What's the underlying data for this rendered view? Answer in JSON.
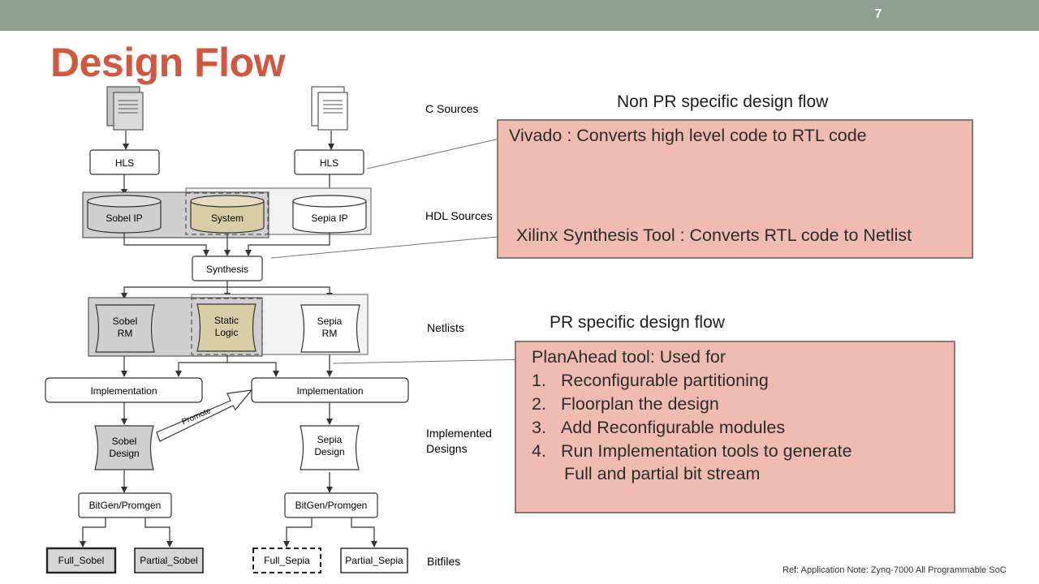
{
  "slide": {
    "number": "7",
    "title": "Design Flow"
  },
  "diagram": {
    "hls_left": "HLS",
    "hls_right": "HLS",
    "sobel_ip": "Sobel IP",
    "system": "System",
    "sepia_ip": "Sepia IP",
    "synthesis": "Synthesis",
    "sobel_rm": [
      "Sobel",
      "RM"
    ],
    "static_logic": [
      "Static",
      "Logic"
    ],
    "sepia_rm": [
      "Sepia",
      "RM"
    ],
    "impl_left": "Implementation",
    "impl_right": "Implementation",
    "promote": "Promote",
    "sobel_design": [
      "Sobel",
      "Design"
    ],
    "sepia_design": [
      "Sepia",
      "Design"
    ],
    "bitgen_left": "BitGen/Promgen",
    "bitgen_right": "BitGen/Promgen",
    "full_sobel": "Full_Sobel",
    "partial_sobel": "Partial_Sobel",
    "full_sepia": "Full_Sepia",
    "partial_sepia": "Partial_Sepia",
    "stage_labels": {
      "c_sources": "C Sources",
      "hdl_sources": "HDL Sources",
      "netlists": "Netlists",
      "implemented": [
        "Implemented",
        "Designs"
      ],
      "bitfiles": "Bitfiles"
    }
  },
  "non_pr": {
    "heading": "Non PR specific design flow",
    "line1": "Vivado : Converts high level code to RTL code",
    "line2": "Xilinx Synthesis Tool : Converts RTL code to Netlist"
  },
  "pr": {
    "heading": "PR specific design flow",
    "intro": "PlanAhead tool: Used for",
    "items": [
      {
        "num": "1.",
        "text": "Reconfigurable partitioning"
      },
      {
        "num": "2.",
        "text": "Floorplan the design"
      },
      {
        "num": "3.",
        "text": "Add Reconfigurable modules"
      },
      {
        "num": "4.",
        "text": "Run Implementation tools to generate"
      }
    ],
    "item4_cont": "Full and partial bit stream"
  },
  "reference": "Ref: Application Note: Zynq-7000 All Programmable SoC",
  "colors": {
    "title": "#d1573e",
    "topbar": "#8f9e93",
    "pink_box": "#f0bcb2",
    "yellow_fill": "#d8cda4",
    "grey_fill": "#cfcfcf"
  }
}
